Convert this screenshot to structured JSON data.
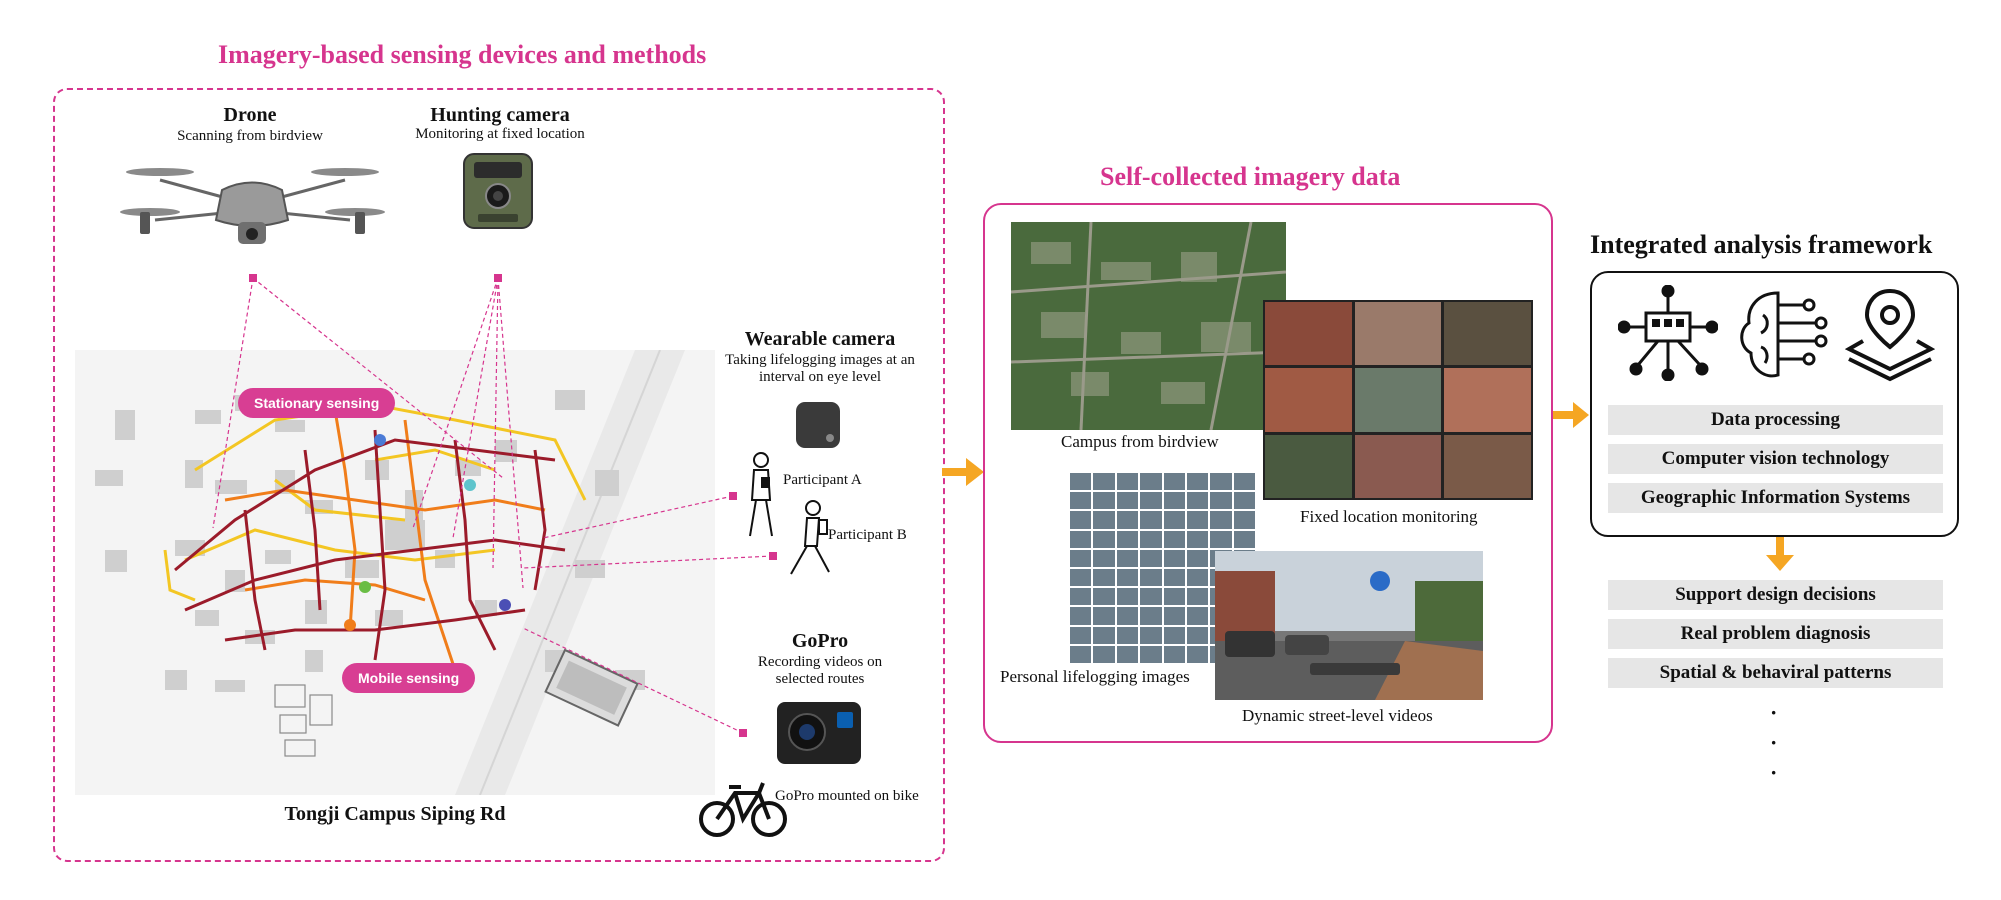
{
  "sections": {
    "devices_title": "Imagery-based sensing devices and methods",
    "data_title": "Self-collected imagery data",
    "framework_title": "Integrated analysis framework"
  },
  "devices": {
    "drone": {
      "title": "Drone",
      "subtitle": "Scanning from birdview"
    },
    "hunting": {
      "title": "Hunting camera",
      "subtitle": "Monitoring at fixed location"
    },
    "wearable": {
      "title": "Wearable camera",
      "subtitle": "Taking lifelogging images at an interval on eye level"
    },
    "gopro": {
      "title": "GoPro",
      "subtitle": "Recording videos on selected routes"
    }
  },
  "map": {
    "caption": "Tongji Campus Siping Rd",
    "stationary_label": "Stationary sensing",
    "mobile_label": "Mobile sensing",
    "participant_a": "Participant A",
    "participant_b": "Participant B",
    "bike_label": "GoPro mounted on bike"
  },
  "imagery": {
    "birdview": "Campus from birdview",
    "fixed": "Fixed location monitoring",
    "lifelog": "Personal lifelogging images",
    "street": "Dynamic street-level videos"
  },
  "framework": {
    "methods": [
      "Data processing",
      "Computer vision technology",
      "Geographic Information Systems"
    ],
    "outcomes": [
      "Support design decisions",
      "Real problem diagnosis",
      "Spatial & behaviral patterns"
    ],
    "ellipsis": [
      "·",
      "·",
      "·"
    ]
  },
  "colors": {
    "accent": "#d6358e",
    "arrow": "#f5a623",
    "route_red": "#9b1b2a",
    "route_orange": "#f07d1a",
    "route_yellow": "#f3c623"
  },
  "icons": [
    "drone-icon",
    "hunting-camera-icon",
    "wearable-camera-icon",
    "gopro-icon",
    "bicycle-icon",
    "walking-person-icon",
    "flowchart-icon",
    "brain-circuit-icon",
    "map-pin-layers-icon"
  ]
}
